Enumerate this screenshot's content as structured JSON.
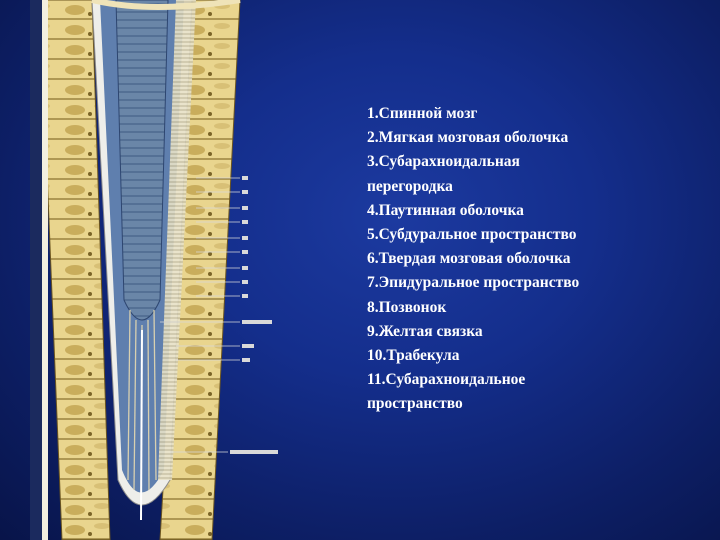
{
  "slide": {
    "background_color": "#142e8c",
    "text_color": "#ffffff",
    "figure": {
      "description_icon": "spinal-cord-longitudinal-section-illustration",
      "colors": {
        "bone_yellow": "#e9d58e",
        "bone_dark": "#b79a4a",
        "cord_blue": "#6a86a8",
        "dura_white": "#eeeeea"
      }
    },
    "labels": [
      "1.Спинной мозг",
      "2.Мягкая мозговая оболочка",
      "3.Субарахноидальная",
      "перегородка",
      "4.Паутинная оболочка",
      "5.Субдуральное пространство",
      "6.Твердая мозговая оболочка",
      "7.Эпидуральное пространство",
      "8.Позвонок",
      "9.Желтая связка",
      "10.Трабекула",
      "11.Субарахноидальное",
      "пространство"
    ]
  }
}
